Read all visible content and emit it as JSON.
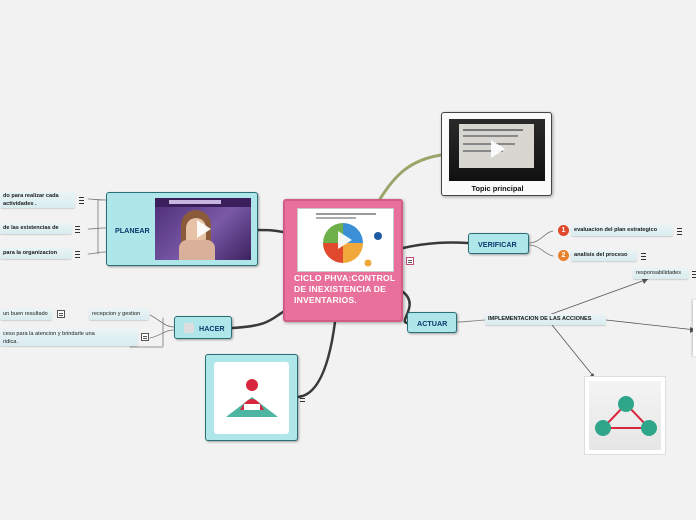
{
  "central": {
    "title": "CICLO PHVA:CONTROL DE INEXISTENCIA DE INVENTARIOS."
  },
  "topic_card": {
    "label": "Topic principal"
  },
  "branches": {
    "planear": {
      "label": "PLANEAR",
      "items": [
        "do para realizar cada\nactividades .",
        "de las existencias de",
        "para la organizacion"
      ]
    },
    "hacer": {
      "label": "HACER",
      "items": [
        "un buen resultado",
        "recepcion y gestion",
        "ceso para la atencion y brindarle una\nridica."
      ]
    },
    "verificar": {
      "label": "VERIFICAR",
      "items": [
        {
          "num": "1",
          "label": "evaluacion del plan estrategico"
        },
        {
          "num": "2",
          "label": "analisis del proceso"
        }
      ]
    },
    "actuar": {
      "label": "ACTUAR",
      "item": "IMPLEMENTACION DE LAS ACCIONES",
      "sub": "responsabilidades"
    }
  },
  "colors": {
    "central": "#e8709a",
    "branch_fill": "#aee6e9",
    "branch_text": "#073b6d",
    "link": "#3a3a3a",
    "link_green": "#9aa56a"
  }
}
